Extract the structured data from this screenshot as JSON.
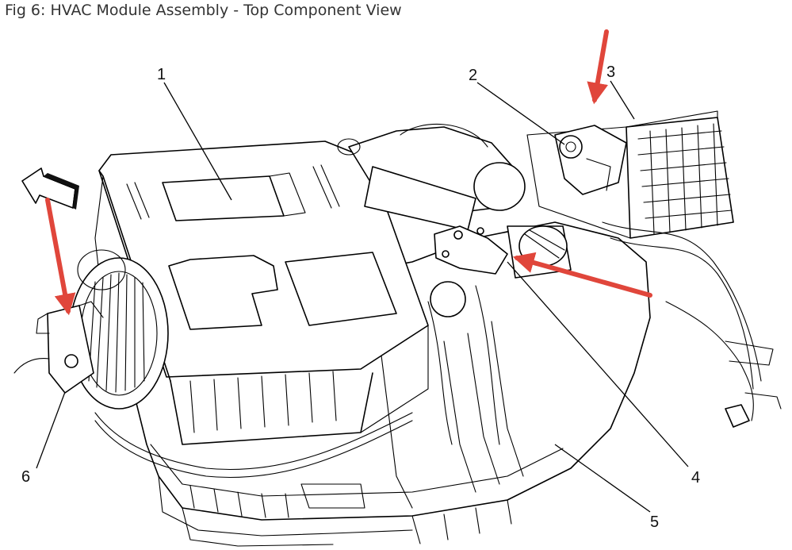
{
  "figure": {
    "caption": "Fig 6: HVAC Module Assembly - Top Component View"
  },
  "callouts": [
    {
      "id": "1",
      "label": "1"
    },
    {
      "id": "2",
      "label": "2"
    },
    {
      "id": "3",
      "label": "3"
    },
    {
      "id": "4",
      "label": "4"
    },
    {
      "id": "5",
      "label": "5"
    },
    {
      "id": "6",
      "label": "6"
    }
  ],
  "colors": {
    "arrow": "#e0463b",
    "line": "#000000",
    "caption": "#333333"
  }
}
